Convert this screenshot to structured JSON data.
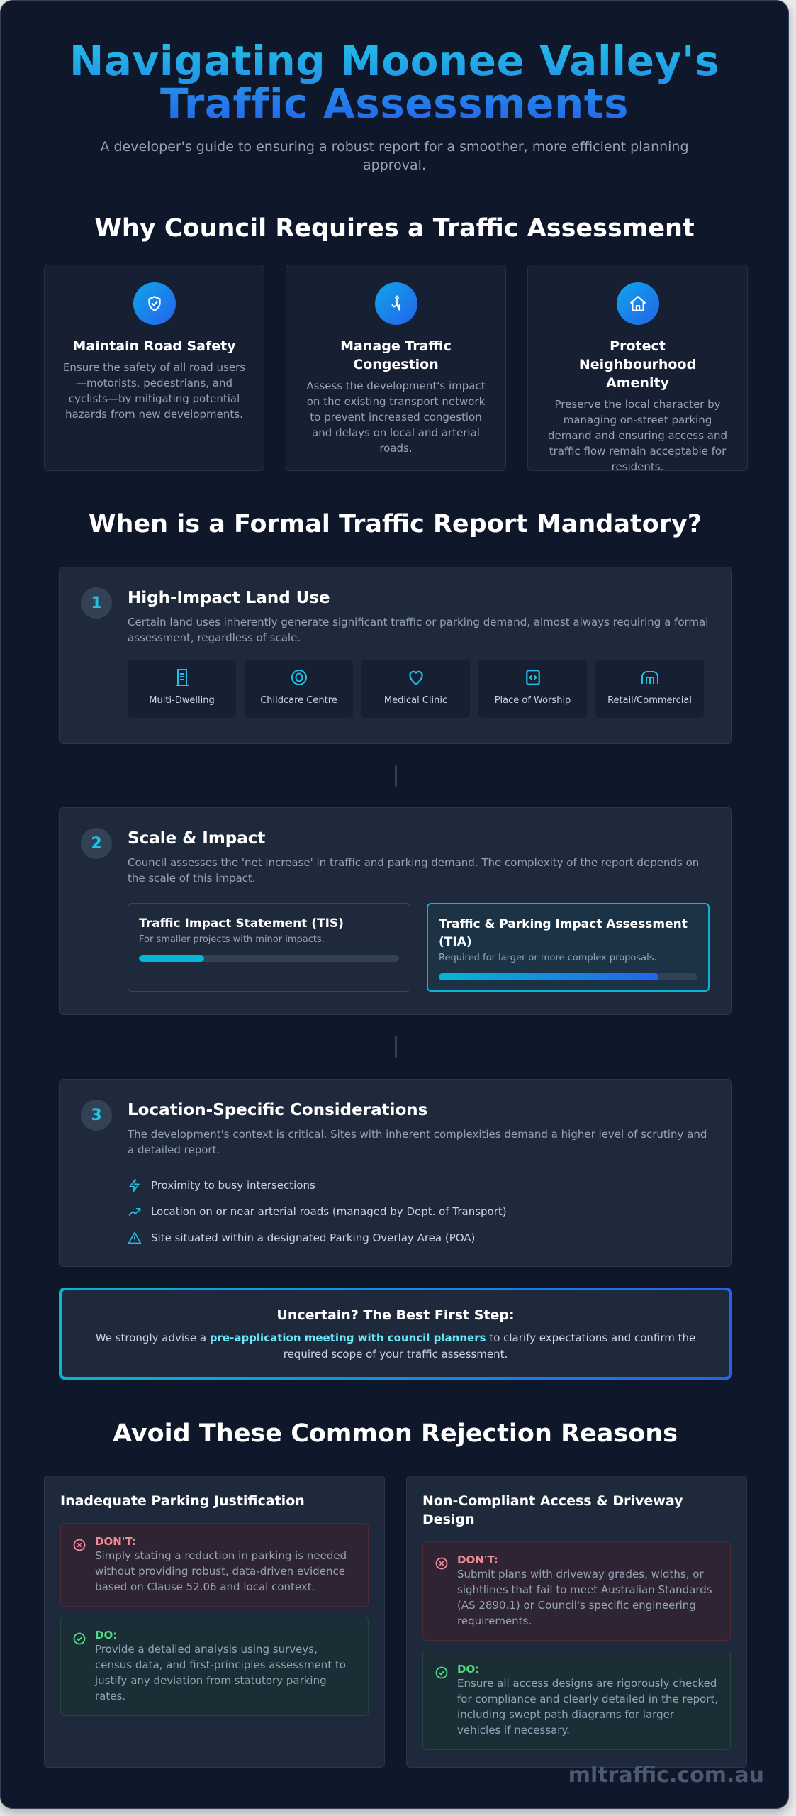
{
  "hero": {
    "title_line1": "Navigating Moonee Valley's",
    "title_line2": "Traffic Assessments",
    "subtitle": "A developer's guide to ensuring a robust report for a smoother, more efficient planning approval."
  },
  "why": {
    "title": "Why Council Requires a Traffic Assessment",
    "cards": [
      {
        "icon": "shield-check-icon",
        "title": "Maintain Road Safety",
        "text": "Ensure the safety of all road users—motorists, pedestrians, and cyclists—by mitigating potential hazards from new developments."
      },
      {
        "icon": "person-walking-icon",
        "title": "Manage Traffic Congestion",
        "text": "Assess the development's impact on the existing transport network to prevent increased congestion and delays on local and arterial roads."
      },
      {
        "icon": "house-icon",
        "title": "Protect Neighbourhood Amenity",
        "text": "Preserve the local character by managing on-street parking demand and ensuring access and traffic flow remain acceptable for residents."
      }
    ]
  },
  "mandatory": {
    "title": "When is a Formal Traffic Report Mandatory?",
    "steps": [
      {
        "num": "1",
        "title": "High-Impact Land Use",
        "desc": "Certain land uses inherently generate significant traffic or parking demand, almost always requiring a formal assessment, regardless of scale.",
        "uses": [
          {
            "icon": "building-icon",
            "label": "Multi-Dwelling"
          },
          {
            "icon": "circle-target-icon",
            "label": "Childcare Centre"
          },
          {
            "icon": "heart-icon",
            "label": "Medical Clinic"
          },
          {
            "icon": "code-square-icon",
            "label": "Place of Worship"
          },
          {
            "icon": "store-icon",
            "label": "Retail/Commercial"
          }
        ]
      },
      {
        "num": "2",
        "title": "Scale & Impact",
        "desc": "Council assesses the 'net increase' in traffic and parking demand. The complexity of the report depends on the scale of this impact.",
        "reports": [
          {
            "title": "Traffic Impact Statement (TIS)",
            "desc": "For smaller projects with minor impacts.",
            "progress": 25
          },
          {
            "title": "Traffic & Parking Impact Assessment (TIA)",
            "desc": "Required for larger or more complex proposals.",
            "progress": 85
          }
        ]
      },
      {
        "num": "3",
        "title": "Location-Specific Considerations",
        "desc": "The development's context is critical. Sites with inherent complexities demand a higher level of scrutiny and a detailed report.",
        "items": [
          {
            "icon": "lightning-icon",
            "label": "Proximity to busy intersections"
          },
          {
            "icon": "trending-up-icon",
            "label": "Location on or near arterial roads (managed by Dept. of Transport)"
          },
          {
            "icon": "warning-triangle-icon",
            "label": "Site situated within a designated Parking Overlay Area (POA)"
          }
        ]
      }
    ]
  },
  "callout": {
    "title": "Uncertain? The Best First Step:",
    "text_before": "We strongly advise a ",
    "highlight": "pre-application meeting with council planners",
    "text_after": " to clarify expectations and confirm the required scope of your traffic assessment."
  },
  "rejections": {
    "title": "Avoid These Common Rejection Reasons",
    "cards": [
      {
        "title": "Inadequate Parking Justification",
        "dont_label": "DON'T:",
        "dont": "Simply stating a reduction in parking is needed without providing robust, data-driven evidence based on Clause 52.06 and local context.",
        "do_label": "DO:",
        "do": "Provide a detailed analysis using surveys, census data, and first-principles assessment to justify any deviation from statutory parking rates."
      },
      {
        "title": "Non-Compliant Access & Driveway Design",
        "dont_label": "DON'T:",
        "dont": "Submit plans with driveway grades, widths, or sightlines that fail to meet Australian Standards (AS 2890.1) or Council's specific engineering requirements.",
        "do_label": "DO:",
        "do": "Ensure all access designs are rigorously checked for compliance and clearly detailed in the report, including swept path diagrams for larger vehicles if necessary."
      }
    ]
  },
  "footer": {
    "brand": "mltraffic.com.au"
  },
  "colors": {
    "accent_cyan": "#06b6d4",
    "accent_blue": "#2563eb",
    "background": "#0f172a",
    "card": "#1e293b",
    "dont_red": "#f08a95",
    "do_green": "#4ade80"
  }
}
